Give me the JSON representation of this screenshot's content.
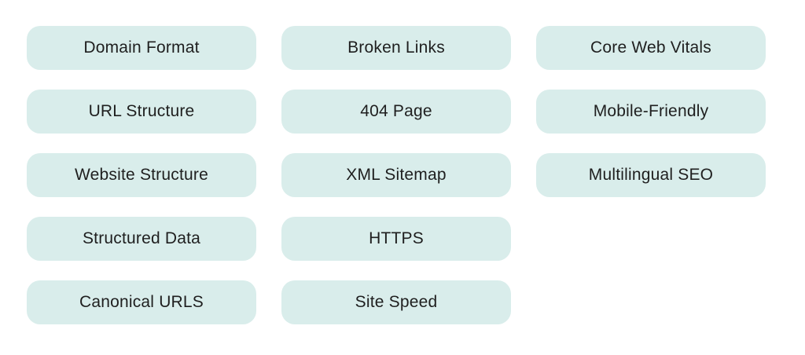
{
  "page": {
    "background_color": "#ffffff",
    "pill_color": "#d9edeb",
    "text_color": "#1f1f1f"
  },
  "grid": {
    "columns": [
      {
        "items": [
          "Domain Format",
          "URL Structure",
          "Website Structure",
          "Structured Data",
          "Canonical URLS"
        ]
      },
      {
        "items": [
          "Broken Links",
          "404 Page",
          "XML Sitemap",
          "HTTPS",
          "Site Speed"
        ]
      },
      {
        "items": [
          "Core Web Vitals",
          "Mobile-Friendly",
          "Multilingual SEO"
        ]
      }
    ]
  }
}
